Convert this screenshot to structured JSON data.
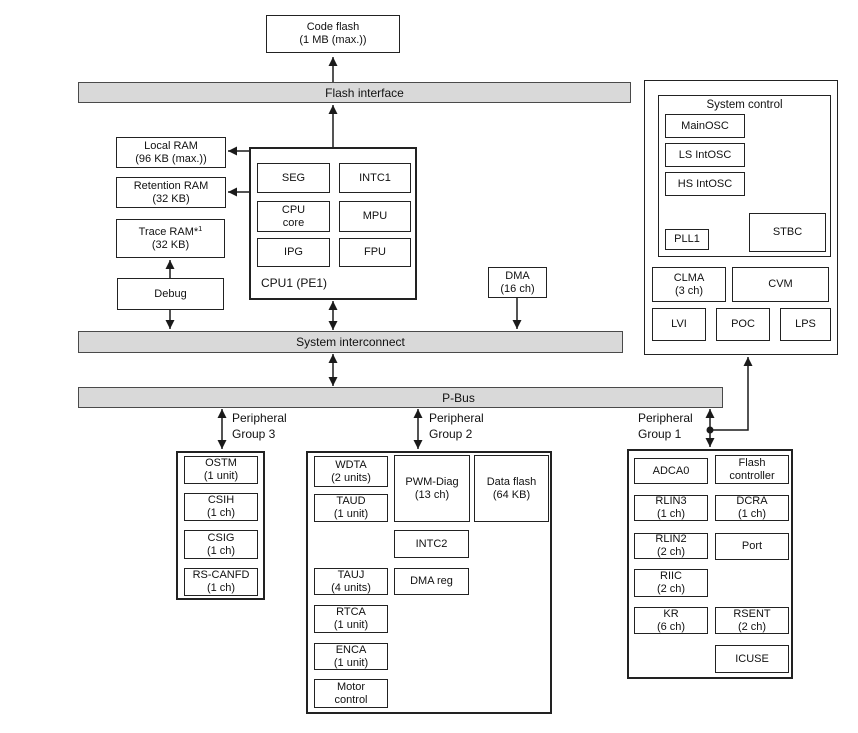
{
  "code_flash": {
    "line1": "Code flash",
    "line2": "(1 MB (max.))"
  },
  "buses": {
    "flash_interface": "Flash interface",
    "system_interconnect": "System interconnect",
    "p_bus": "P-Bus"
  },
  "memory": {
    "local_ram": {
      "line1": "Local RAM",
      "line2": "(96 KB (max.))"
    },
    "retention_ram": {
      "line1": "Retention RAM",
      "line2": "(32 KB)"
    },
    "trace_ram": {
      "line1": "Trace RAM*",
      "sup": "1",
      "line2": "(32 KB)"
    },
    "debug": {
      "line1": "Debug"
    }
  },
  "cpu1": {
    "label": "CPU1 (PE1)",
    "blocks": {
      "seg": {
        "line1": "SEG"
      },
      "intc1": {
        "line1": "INTC1"
      },
      "cpu_core": {
        "line1": "CPU",
        "line2": "core"
      },
      "mpu": {
        "line1": "MPU"
      },
      "ipg": {
        "line1": "IPG"
      },
      "fpu": {
        "line1": "FPU"
      }
    }
  },
  "dma": {
    "line1": "DMA",
    "line2": "(16 ch)"
  },
  "system_control": {
    "title": "System control",
    "mainosc": {
      "line1": "MainOSC"
    },
    "ls_intosc": {
      "line1": "LS IntOSC"
    },
    "hs_intosc": {
      "line1": "HS IntOSC"
    },
    "pll1": {
      "line1": "PLL1"
    },
    "stbc": {
      "line1": "STBC"
    },
    "clma": {
      "line1": "CLMA",
      "line2": "(3 ch)"
    },
    "cvm": {
      "line1": "CVM"
    },
    "lvi": {
      "line1": "LVI"
    },
    "poc": {
      "line1": "POC"
    },
    "lps": {
      "line1": "LPS"
    }
  },
  "group3": {
    "label1": "Peripheral",
    "label2": "Group 3",
    "ostm": {
      "line1": "OSTM",
      "line2": "(1 unit)"
    },
    "csih": {
      "line1": "CSIH",
      "line2": "(1 ch)"
    },
    "csig": {
      "line1": "CSIG",
      "line2": "(1 ch)"
    },
    "rs_canfd": {
      "line1": "RS-CANFD",
      "line2": "(1 ch)"
    }
  },
  "group2": {
    "label1": "Peripheral",
    "label2": "Group 2",
    "wdta": {
      "line1": "WDTA",
      "line2": "(2 units)"
    },
    "taud": {
      "line1": "TAUD",
      "line2": "(1 unit)"
    },
    "pwm_diag": {
      "line1": "PWM-Diag",
      "line2": "(13 ch)"
    },
    "data_flash": {
      "line1": "Data flash",
      "line2": "(64 KB)"
    },
    "intc2": {
      "line1": "INTC2"
    },
    "tauj": {
      "line1": "TAUJ",
      "line2": "(4 units)"
    },
    "dma_reg": {
      "line1": "DMA reg"
    },
    "rtca": {
      "line1": "RTCA",
      "line2": "(1 unit)"
    },
    "enca": {
      "line1": "ENCA",
      "line2": "(1 unit)"
    },
    "motor_control": {
      "line1": "Motor",
      "line2": "control"
    }
  },
  "group1": {
    "label1": "Peripheral",
    "label2": "Group 1",
    "adca0": {
      "line1": "ADCA0"
    },
    "flash_controller": {
      "line1": "Flash",
      "line2": "controller"
    },
    "rlin3": {
      "line1": "RLIN3",
      "line2": "(1 ch)"
    },
    "dcra": {
      "line1": "DCRA",
      "line2": "(1 ch)"
    },
    "rlin2": {
      "line1": "RLIN2",
      "line2": "(2 ch)"
    },
    "port": {
      "line1": "Port"
    },
    "riic": {
      "line1": "RIIC",
      "line2": "(2 ch)"
    },
    "kr": {
      "line1": "KR",
      "line2": "(6 ch)"
    },
    "rsent": {
      "line1": "RSENT",
      "line2": "(2 ch)"
    },
    "icuse": {
      "line1": "ICUSE"
    }
  },
  "colors": {
    "bus_fill": "#d9d9d9",
    "line": "#1a1a1a",
    "box_bg": "#ffffff"
  }
}
